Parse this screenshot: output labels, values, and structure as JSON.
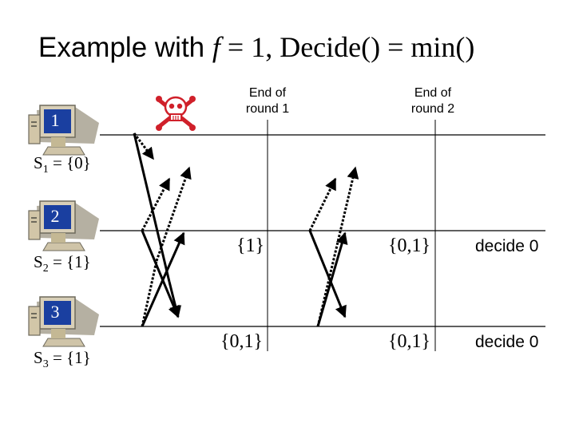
{
  "title": {
    "prefix": "Example with ",
    "f_symbol": "f",
    "rest": " = 1, Decide() = min()"
  },
  "rounds": [
    {
      "line1": "End of",
      "line2": "round 1"
    },
    {
      "line1": "End of",
      "line2": "round 2"
    }
  ],
  "processes": [
    {
      "number": "1",
      "set_name": "S",
      "set_sub": "1",
      "set_value": " = {0}"
    },
    {
      "number": "2",
      "set_name": "S",
      "set_sub": "2",
      "set_value": " = {1}"
    },
    {
      "number": "3",
      "set_name": "S",
      "set_sub": "3",
      "set_value": " = {1}"
    }
  ],
  "values": {
    "p2_round1": "{1}",
    "p2_round2": "{0,1}",
    "p3_round1": "{0,1}",
    "p3_round2": "{0,1}"
  },
  "decisions": {
    "p2": "decide 0",
    "p3": "decide 0"
  },
  "icons": {
    "crash": "skull-crossbones",
    "process": "desktop-computer"
  },
  "colors": {
    "crash": "#d0202a",
    "monitor_screen": "#1a3fa0",
    "computer_body": "#c9b898"
  }
}
